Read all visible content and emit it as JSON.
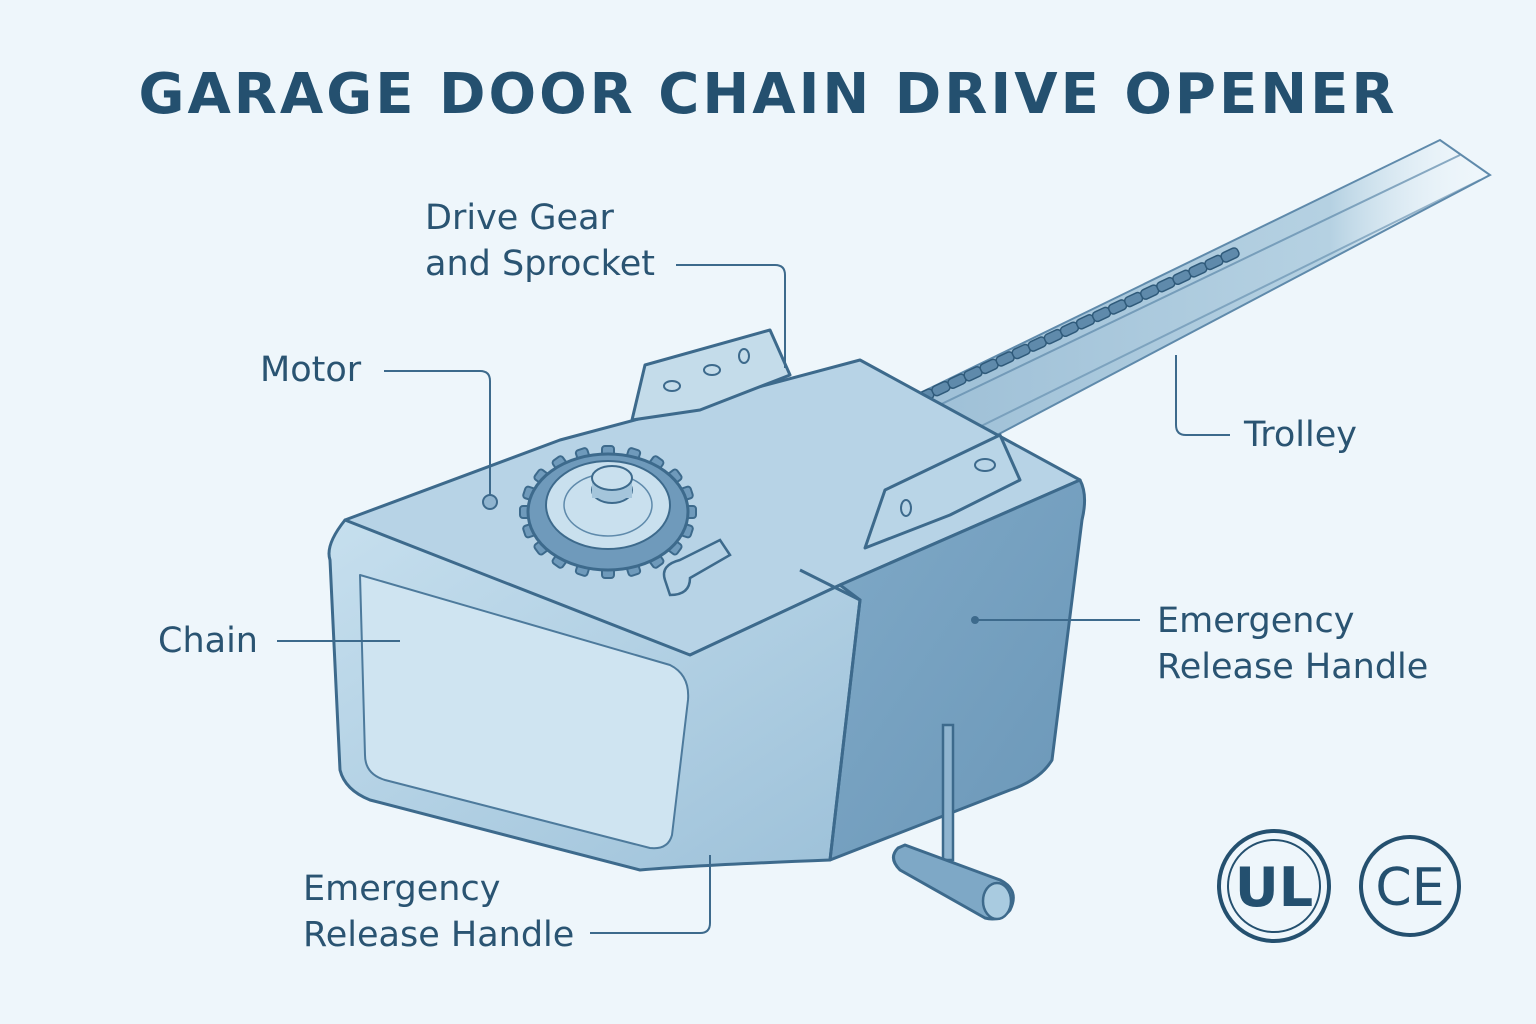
{
  "title": "GARAGE DOOR CHAIN DRIVE OPENER",
  "labels": {
    "drive_gear_line1": "Drive Gear",
    "drive_gear_line2": "and Sprocket",
    "motor": "Motor",
    "trolley": "Trolley",
    "chain": "Chain",
    "release_right_line1": "Emergency",
    "release_right_line2": "Release Handle",
    "release_bottom_line1": "Emergency",
    "release_bottom_line2": "Release Handle"
  },
  "badges": {
    "ul": "UL",
    "ce": "CE"
  },
  "colors": {
    "background": "#eef6fb",
    "title": "#24506f",
    "label": "#2a5472",
    "outline": "#3d6a8c",
    "body_light": "#a9cbe0",
    "body_dark": "#7ea8c6"
  }
}
